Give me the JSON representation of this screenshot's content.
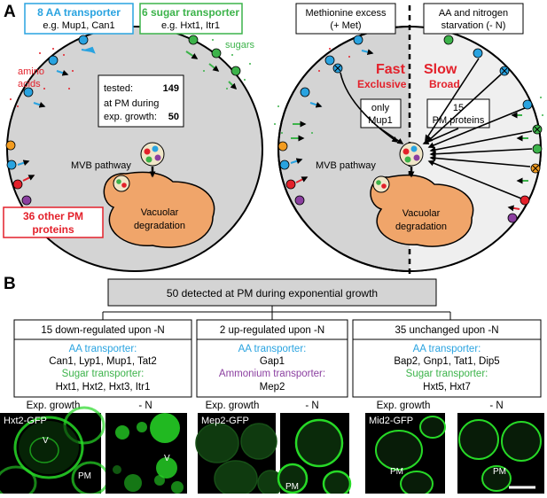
{
  "panelA": {
    "label": "A",
    "aa_box": {
      "title": "8 AA transporter",
      "sub": "e.g. Mup1, Can1"
    },
    "sugar_box": {
      "title": "6 sugar transporter",
      "sub": "e.g. Hxt1, Itr1"
    },
    "sugars_label": "sugars",
    "amino_label1": "amino",
    "amino_label2": "acids",
    "tested_label": "tested:",
    "tested_value": "149",
    "pm_label1": "at PM during",
    "pm_label2": "exp. growth:",
    "pm_value": "50",
    "mvb_label": "MVB pathway",
    "vac1": "Vacuolar",
    "vac2": "degradation",
    "other_pm1": "36 other PM",
    "other_pm2": "proteins",
    "met_box1": "Methionine excess",
    "met_box2": "(+ Met)",
    "starv_box1": "AA and nitrogen",
    "starv_box2": "starvation  (- N)",
    "fast": "Fast",
    "exclusive": "Exclusive",
    "slow": "Slow",
    "broad": "Broad",
    "only1": "only",
    "only2": "Mup1",
    "n15a": "15",
    "n15b": "PM proteins",
    "mvb_label2": "MVB pathway",
    "vac3": "Vacuolar",
    "vac4": "degradation"
  },
  "panelB": {
    "label": "B",
    "top_box": "50 detected at PM during exponential growth",
    "col1": {
      "head": "15 down-regulated upon -N",
      "l1": "AA transporter:",
      "l2": "Can1, Lyp1, Mup1, Tat2",
      "l3": "Sugar transporter:",
      "l4": "Hxt1, Hxt2, Hxt3, Itr1"
    },
    "col2": {
      "head": "2 up-regulated upon -N",
      "l1": "AA transporter:",
      "l2": "Gap1",
      "l3": "Ammonium transporter:",
      "l4": "Mep2"
    },
    "col3": {
      "head": "35 unchanged upon -N",
      "l1": "AA transporter:",
      "l2": "Bap2, Gnp1, Tat1, Dip5",
      "l3": "Sugar transporter:",
      "l4": "Hxt5, Hxt7"
    },
    "micro": {
      "exp": "Exp. growth",
      "minusN": "- N",
      "hxt2": "Hxt2-GFP",
      "mep2": "Mep2-GFP",
      "mid2": "Mid2-GFP",
      "v": "V",
      "pm": "PM"
    }
  },
  "colors": {
    "aa": "#29a3e0",
    "sugar": "#3cb34a",
    "red": "#e3212b",
    "purple": "#8b3fa0",
    "vacuole": "#f0a56a",
    "cell": "#d4d4d4",
    "gfp": "#27d927"
  }
}
